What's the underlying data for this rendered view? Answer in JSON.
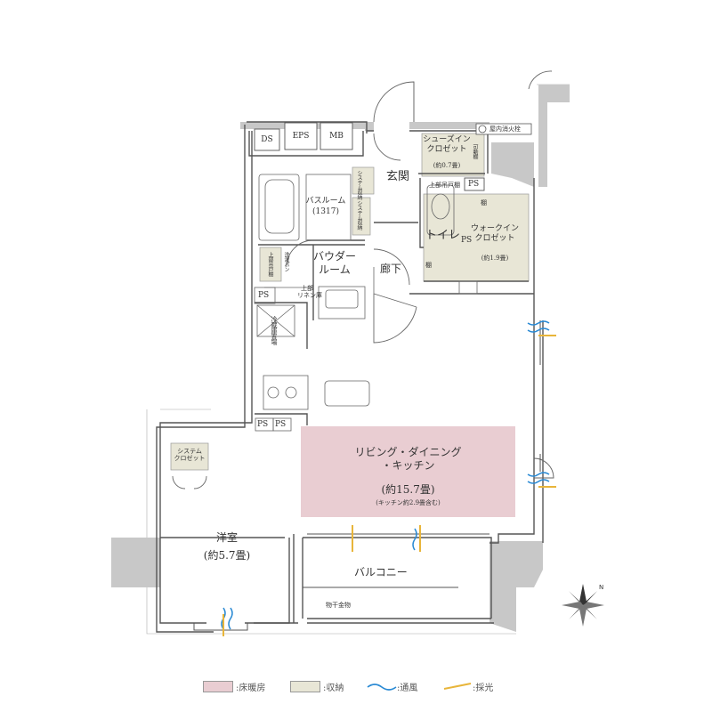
{
  "colors": {
    "floor_heating": "#e9cdd2",
    "storage": "#e8e6d6",
    "wall": "#c8c8c8",
    "ventilation": "#2a8ad4",
    "daylight": "#e8b53a"
  },
  "rooms": {
    "ldk": {
      "name": "リビング・ダイニング\n・キッチン",
      "area": "(約15.7畳)",
      "note": "(キッチン約2.9畳含む)"
    },
    "western": {
      "name": "洋室",
      "area": "(約5.7畳)"
    },
    "balcony": {
      "name": "バルコニー"
    },
    "bath": {
      "name": "バスルーム",
      "size": "(1317)"
    },
    "powder": {
      "name": "バウダー\nルーム"
    },
    "hall": {
      "name": "廊下"
    },
    "entrance": {
      "name": "玄関"
    },
    "toilet": {
      "name": "トイレ"
    },
    "wic": {
      "name": "ウォークイン\nクロゼット",
      "area": "(約1.9畳)"
    },
    "sic": {
      "name": "シューズイン\nクロゼット",
      "area": "(約0.7畳)"
    }
  },
  "labels": {
    "ds": "DS",
    "eps": "EPS",
    "mb": "MB",
    "ps": "PS",
    "fire_hydrant": "屋内消火栓",
    "upper_cabinet": "上部吊戸棚",
    "system_closet": "システム\nクロゼット",
    "system_storage_1": "システム収納",
    "system_storage_2": "システム収納",
    "upper_cabinet_2": "上部吊戸棚",
    "washer_pan": "洗濯パン",
    "linen": "上部\nリネン庫",
    "fridge": "冷蔵庫置場",
    "laundry_rail": "物干金物",
    "shelf": "棚",
    "shoe_box": "可動棚"
  },
  "legend": {
    "floor_heating": ":床暖房",
    "storage": ":収納",
    "ventilation": ":通風",
    "daylight": ":採光"
  }
}
